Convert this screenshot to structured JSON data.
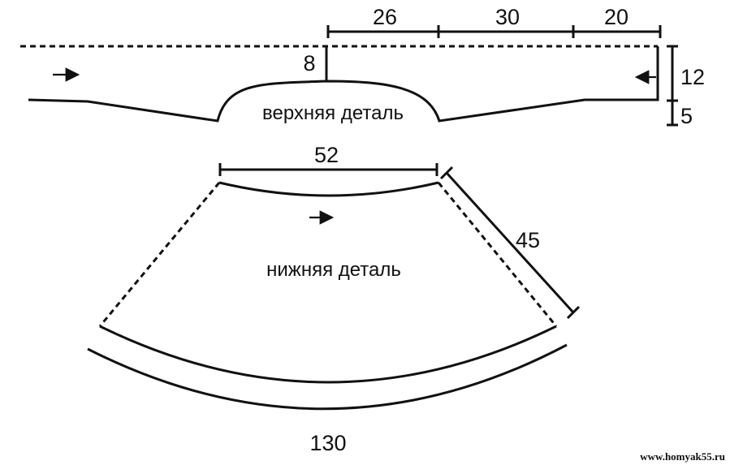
{
  "upper_piece": {
    "label": "верхняя деталь",
    "dimensions": {
      "segment_a": "26",
      "segment_b": "30",
      "segment_c": "20",
      "slit_depth": "8",
      "side_height": "12",
      "side_drop": "5"
    }
  },
  "lower_piece": {
    "label": "нижняя деталь",
    "dimensions": {
      "top_width": "52",
      "side_length": "45",
      "bottom_width": "130"
    }
  },
  "watermark": "www.homyak55.ru"
}
